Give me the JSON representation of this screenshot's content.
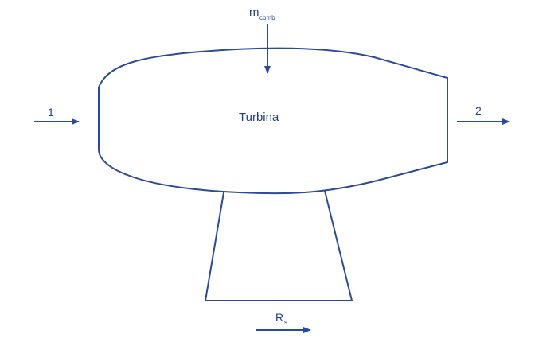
{
  "diagram": {
    "title": "Turbina",
    "fuel_label": "m",
    "fuel_subscript": "comb",
    "inlet_label": "1",
    "outlet_label": "2",
    "work_label": "R",
    "work_subscript": "s",
    "stroke_color": "#2a4a9a"
  }
}
